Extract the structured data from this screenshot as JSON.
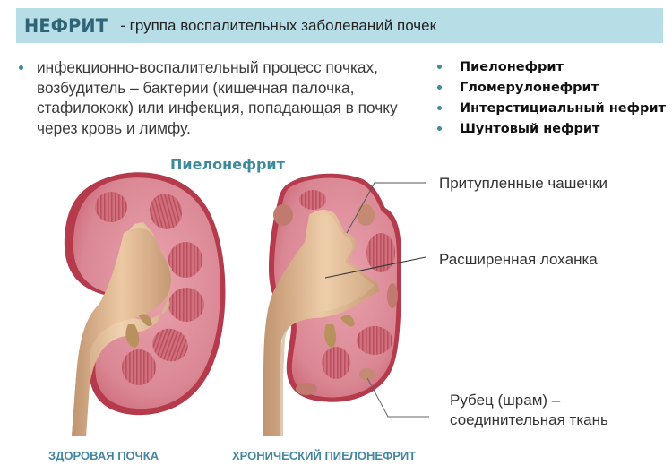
{
  "header": {
    "title": "НЕФРИТ",
    "subtitle": "- группа воспалительных заболеваний почек",
    "background_color": "#b7dde6",
    "title_color": "#2e6475"
  },
  "definition": {
    "text": "инфекционно-воспалительный процесс почках, возбудитель – бактерии (кишечная палочка, стафилококк) или инфекция, попадающая в почку через кровь и лимфу."
  },
  "types": {
    "items": [
      {
        "label": "Пиелонефрит"
      },
      {
        "label": "Гломерулонефрит"
      },
      {
        "label": "Интерстициальный нефрит"
      },
      {
        "label": "Шунтовый нефрит"
      }
    ]
  },
  "figure": {
    "title": "Пиелонефрит",
    "callouts": {
      "blunted_calyces": "Притупленные чашечки",
      "dilated_pelvis": "Расширенная лоханка",
      "scar_line1": "Рубец (шрам) –",
      "scar_line2": "соединительная ткань"
    },
    "captions": {
      "healthy": "ЗДОРОВАЯ ПОЧКА",
      "chronic": "ХРОНИЧЕСКИЙ ПИЕЛОНЕФРИТ"
    },
    "colors": {
      "accent": "#3d8a9c",
      "kidney_tissue": "#d98591",
      "kidney_edge": "#b43a4c",
      "pelvis": "#d8b48e",
      "pyramid": "#c8636f"
    }
  }
}
